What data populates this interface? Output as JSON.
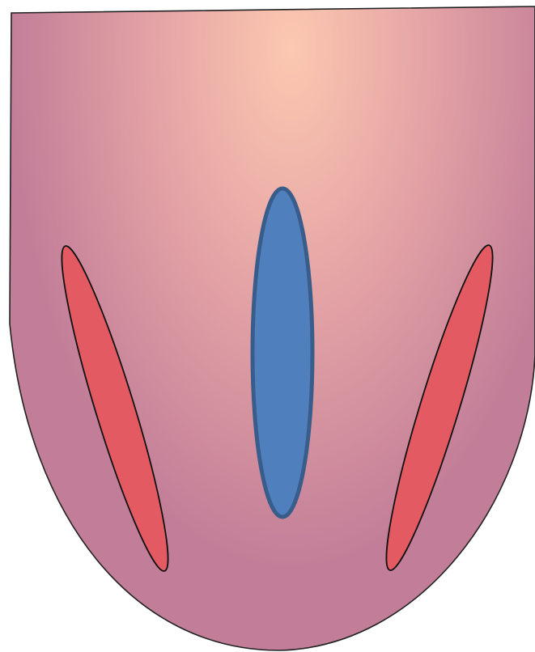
{
  "colors": {
    "background": "#ffffff",
    "body_center": "#fcc8b0",
    "body_mid": "#e3a2a5",
    "body_edge": "#c27e98",
    "body_outline": "#222222",
    "side_ellipse_fill": "#e35a63",
    "side_ellipse_stroke": "#111111",
    "center_ellipse_fill": "#4f80bd",
    "center_ellipse_stroke": "#385d8a"
  },
  "shapes": [
    {
      "name": "u-shaped-body",
      "kind": "rounded-u"
    },
    {
      "name": "left-red-ellipse",
      "kind": "ellipse"
    },
    {
      "name": "center-blue-ellipse",
      "kind": "ellipse"
    },
    {
      "name": "right-red-ellipse",
      "kind": "ellipse"
    }
  ]
}
